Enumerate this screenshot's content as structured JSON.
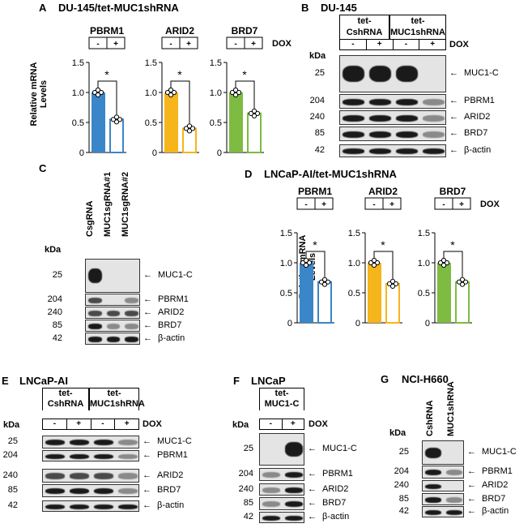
{
  "panels": {
    "A": {
      "label": "A",
      "title": "DU-145/tet-MUC1shRNA",
      "dox": "DOX",
      "minus": "-",
      "plus": "+",
      "ylabel_line1": "Relative mRNA",
      "ylabel_line2": "Levels",
      "star": "*",
      "ticks": [
        "0",
        "0.5",
        "1.0",
        "1.5"
      ],
      "groups": [
        {
          "name": "PBRM1",
          "color": "#3a86c8"
        },
        {
          "name": "ARID2",
          "color": "#f5b51b"
        },
        {
          "name": "BRD7",
          "color": "#7dbb42"
        }
      ]
    },
    "B": {
      "label": "B",
      "title": "DU-145",
      "kda": "kDa",
      "hdr1_line1": "tet-",
      "hdr1_line2": "CshRNA",
      "hdr2_line1": "tet-",
      "hdr2_line2": "MUC1shRNA",
      "dox": "DOX",
      "minus": "-",
      "plus": "+",
      "rows": [
        {
          "mw": "25",
          "name": "MUC1-C"
        },
        {
          "mw": "204",
          "name": "PBRM1"
        },
        {
          "mw": "240",
          "name": "ARID2"
        },
        {
          "mw": "85",
          "name": "BRD7"
        },
        {
          "mw": "42",
          "name": "β-actin"
        }
      ]
    },
    "C": {
      "label": "C",
      "kda": "kDa",
      "lanes": [
        "CsgRNA",
        "MUC1sgRNA#1",
        "MUC1sgRNA#2"
      ],
      "rows": [
        {
          "mw": "25",
          "name": "MUC1-C"
        },
        {
          "mw": "204",
          "name": "PBRM1"
        },
        {
          "mw": "240",
          "name": "ARID2"
        },
        {
          "mw": "85",
          "name": "BRD7"
        },
        {
          "mw": "42",
          "name": "β-actin"
        }
      ]
    },
    "D": {
      "label": "D",
      "title": "LNCaP-AI/tet-MUC1shRNA",
      "dox": "DOX",
      "minus": "-",
      "plus": "+",
      "ylabel_line1": "Relative mRNA",
      "ylabel_line2": "Levels",
      "star": "*",
      "ticks": [
        "0",
        "0.5",
        "1.0",
        "1.5"
      ],
      "groups": [
        {
          "name": "PBRM1",
          "color": "#3a86c8"
        },
        {
          "name": "ARID2",
          "color": "#f5b51b"
        },
        {
          "name": "BRD7",
          "color": "#7dbb42"
        }
      ]
    },
    "E": {
      "label": "E",
      "title": "LNCaP-AI",
      "kda": "kDa",
      "hdr1_line1": "tet-",
      "hdr1_line2": "CshRNA",
      "hdr2_line1": "tet-",
      "hdr2_line2": "MUC1shRNA",
      "dox": "DOX",
      "minus": "-",
      "plus": "+",
      "rows": [
        {
          "mw": "25",
          "name": "MUC1-C"
        },
        {
          "mw": "204",
          "name": "PBRM1"
        },
        {
          "mw": "240",
          "name": "ARID2"
        },
        {
          "mw": "85",
          "name": "BRD7"
        },
        {
          "mw": "42",
          "name": "β-actin"
        }
      ]
    },
    "F": {
      "label": "F",
      "title": "LNCaP",
      "kda": "kDa",
      "hdr_line1": "tet-",
      "hdr_line2": "MUC1-C",
      "dox": "DOX",
      "minus": "-",
      "plus": "+",
      "rows": [
        {
          "mw": "25",
          "name": "MUC1-C"
        },
        {
          "mw": "204",
          "name": "PBRM1"
        },
        {
          "mw": "240",
          "name": "ARID2"
        },
        {
          "mw": "85",
          "name": "BRD7"
        },
        {
          "mw": "42",
          "name": "β-actin"
        }
      ]
    },
    "G": {
      "label": "G",
      "title": "NCI-H660",
      "kda": "kDa",
      "lanes": [
        "CshRNA",
        "MUC1shRNA"
      ],
      "rows": [
        {
          "mw": "25",
          "name": "MUC1-C"
        },
        {
          "mw": "204",
          "name": "PBRM1"
        },
        {
          "mw": "240",
          "name": "ARID2"
        },
        {
          "mw": "85",
          "name": "BRD7"
        },
        {
          "mw": "42",
          "name": "β-actin"
        }
      ]
    }
  },
  "chart_data": [
    {
      "type": "bar",
      "panel": "A",
      "ylim": [
        0,
        1.5
      ],
      "ylabel": "Relative mRNA Levels",
      "categories": [
        "PBRM1",
        "ARID2",
        "BRD7"
      ],
      "series": [
        {
          "name": "-",
          "values": [
            1.0,
            1.0,
            1.0
          ]
        },
        {
          "name": "+",
          "values": [
            0.55,
            0.4,
            0.65
          ]
        }
      ]
    },
    {
      "type": "bar",
      "panel": "D",
      "ylim": [
        0,
        1.5
      ],
      "ylabel": "Relative mRNA Levels",
      "categories": [
        "PBRM1",
        "ARID2",
        "BRD7"
      ],
      "series": [
        {
          "name": "-",
          "values": [
            1.0,
            1.0,
            1.0
          ]
        },
        {
          "name": "+",
          "values": [
            0.68,
            0.65,
            0.68
          ]
        }
      ]
    }
  ]
}
